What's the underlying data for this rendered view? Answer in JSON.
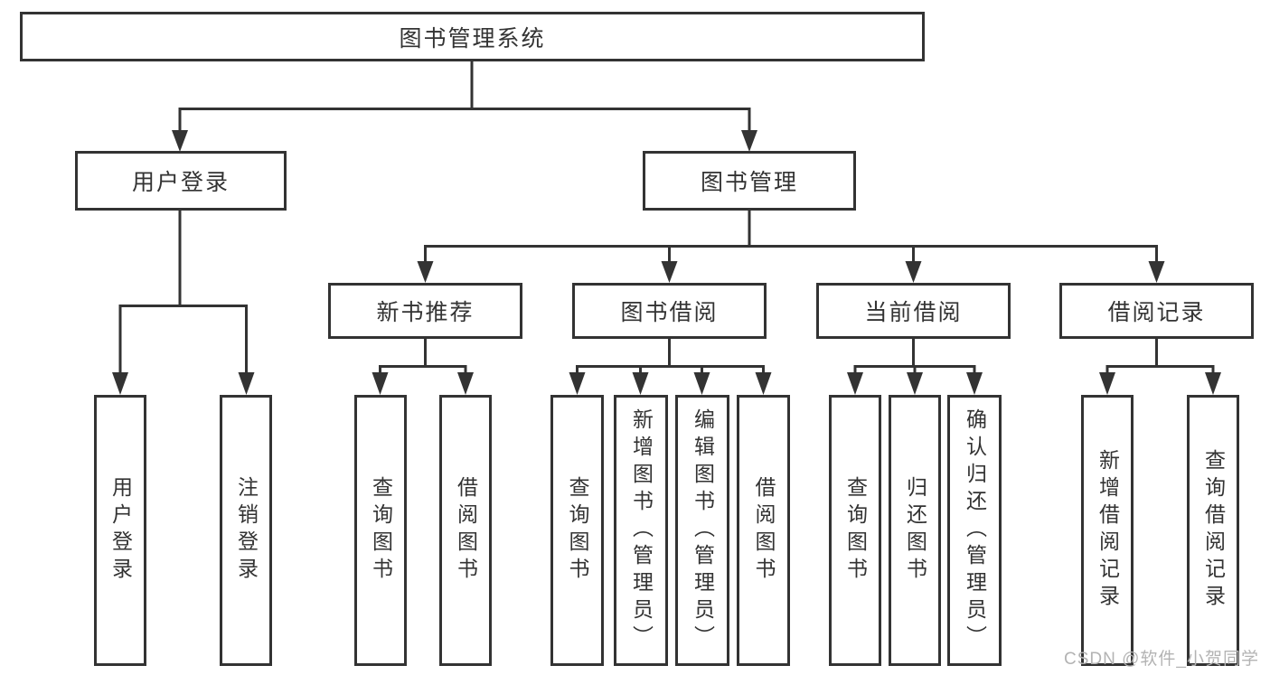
{
  "diagram": {
    "root": "图书管理系统",
    "level2": [
      "用户登录",
      "图书管理"
    ],
    "login_children": [
      "用户登录",
      "注销登录"
    ],
    "level3": [
      "新书推荐",
      "图书借阅",
      "当前借阅",
      "借阅记录"
    ],
    "recommend_children": [
      "查询图书",
      "借阅图书"
    ],
    "borrow_children": [
      "查询图书",
      "新增图书（管理员）",
      "编辑图书（管理员）",
      "借阅图书"
    ],
    "current_children": [
      "查询图书",
      "归还图书",
      "确认归还（管理员）"
    ],
    "records_children": [
      "新增借阅记录",
      "查询借阅记录"
    ]
  },
  "watermark": "CSDN @软件_小贺同学",
  "colors": {
    "line": "#333333",
    "text": "#333333",
    "background": "#ffffff",
    "watermark": "#b3b3b3"
  }
}
